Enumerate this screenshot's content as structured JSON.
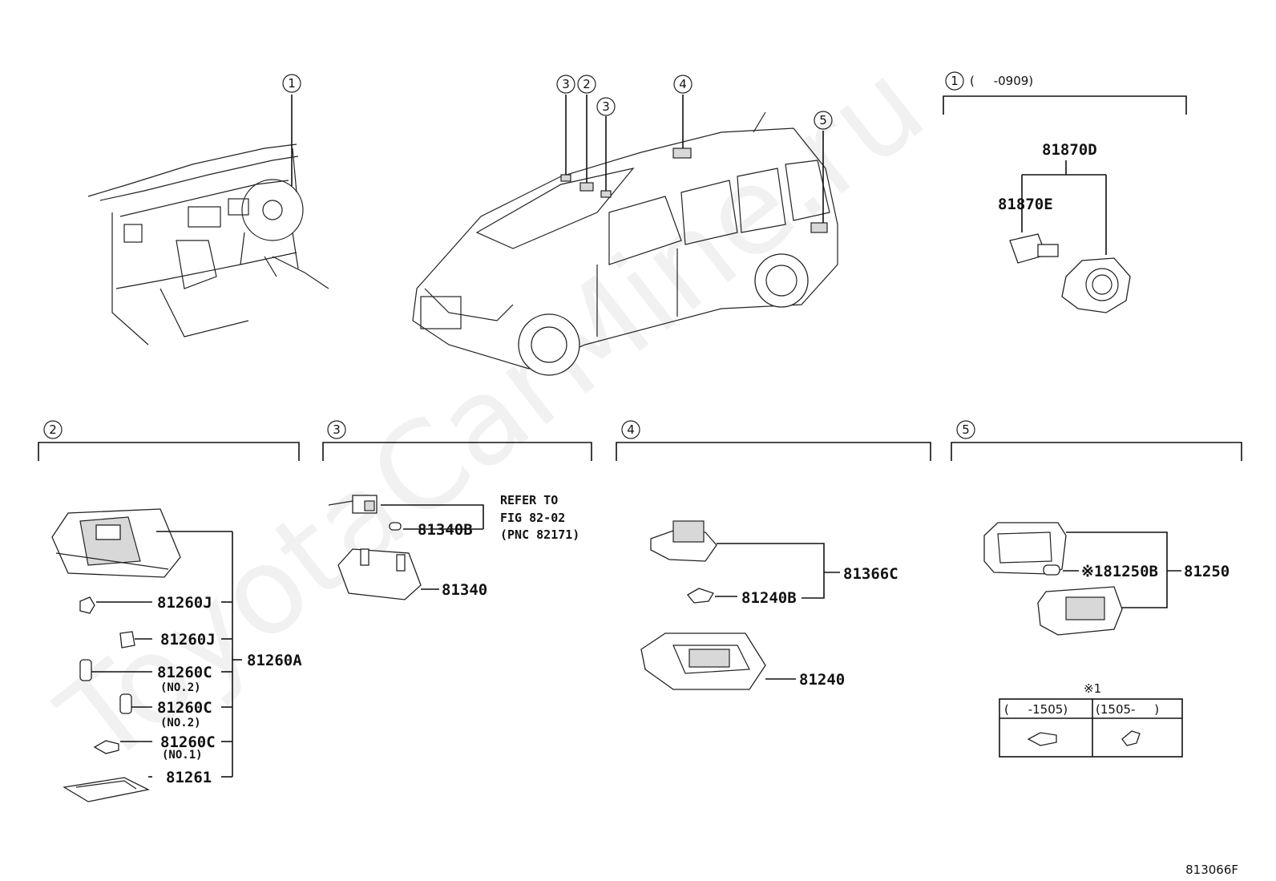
{
  "watermark": "ToyotaCarMine.ru",
  "figure_code": "813066F",
  "callouts": {
    "c1": "1",
    "c2": "2",
    "c3": "3",
    "c4": "4",
    "c5": "5"
  },
  "group1": {
    "date_range": "(     -0909)",
    "parts": {
      "p81870D": "81870D",
      "p81870E": "81870E"
    }
  },
  "group2": {
    "parts": {
      "p81260A": "81260A",
      "p81260J_1": "81260J",
      "p81260J_2": "81260J",
      "p81260C_1": "81260C",
      "p81260C_1_note": "(NO.2)",
      "p81260C_2": "81260C",
      "p81260C_2_note": "(NO.2)",
      "p81260C_3": "81260C",
      "p81260C_3_note": "(NO.1)",
      "p81261": "81261"
    }
  },
  "group3": {
    "parts": {
      "p81340B": "81340B",
      "p81340": "81340"
    },
    "refer_line1": "REFER TO",
    "refer_line2": "FIG 82-02",
    "refer_line3": "(PNC 82171)"
  },
  "group4": {
    "parts": {
      "p81366C": "81366C",
      "p81240B": "81240B",
      "p81240": "81240"
    }
  },
  "group5": {
    "parts": {
      "p81250": "81250",
      "p81250B": "※181250B"
    },
    "table": {
      "title": "※1",
      "col1_header": "(     -1505)",
      "col2_header": "(1505-     )"
    }
  }
}
